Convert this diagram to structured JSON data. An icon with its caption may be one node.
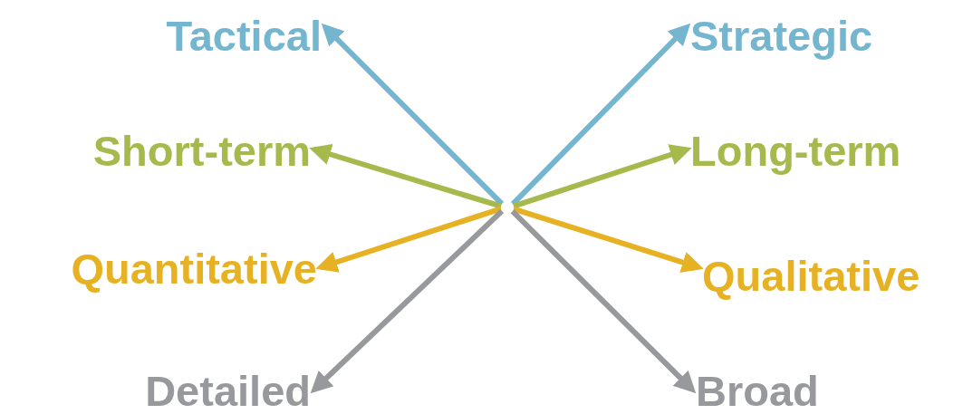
{
  "diagram": {
    "nodes": [
      {
        "text": [
          "Tactical"
        ]
      },
      {
        "text": [
          "Strategic"
        ]
      },
      {
        "text": [
          "Short-term"
        ]
      },
      {
        "text": [
          "Long-term"
        ]
      },
      {
        "text": [
          "Quantitative"
        ]
      },
      {
        "text": [
          "Qualitative"
        ]
      },
      {
        "text": [
          "Detailed"
        ]
      },
      {
        "text": [
          "Broad"
        ]
      },
      {
        "text": [],
        "shape": "circle"
      }
    ],
    "edges": [
      {
        "from": 8,
        "to": 0,
        "arrow": "to",
        "color": "#74b5d0"
      },
      {
        "from": 8,
        "to": 1,
        "arrow": "to",
        "color": "#74b5d0"
      },
      {
        "from": 8,
        "to": 2,
        "arrow": "to",
        "color": "#a6b94c"
      },
      {
        "from": 8,
        "to": 3,
        "arrow": "to",
        "color": "#a6b94c"
      },
      {
        "from": 8,
        "to": 4,
        "arrow": "to",
        "color": "#e6b224"
      },
      {
        "from": 8,
        "to": 5,
        "arrow": "to",
        "color": "#e6b224"
      },
      {
        "from": 8,
        "to": 6,
        "arrow": "to",
        "color": "#98999c"
      },
      {
        "from": 8,
        "to": 7,
        "arrow": "to",
        "color": "#98999c"
      }
    ]
  }
}
